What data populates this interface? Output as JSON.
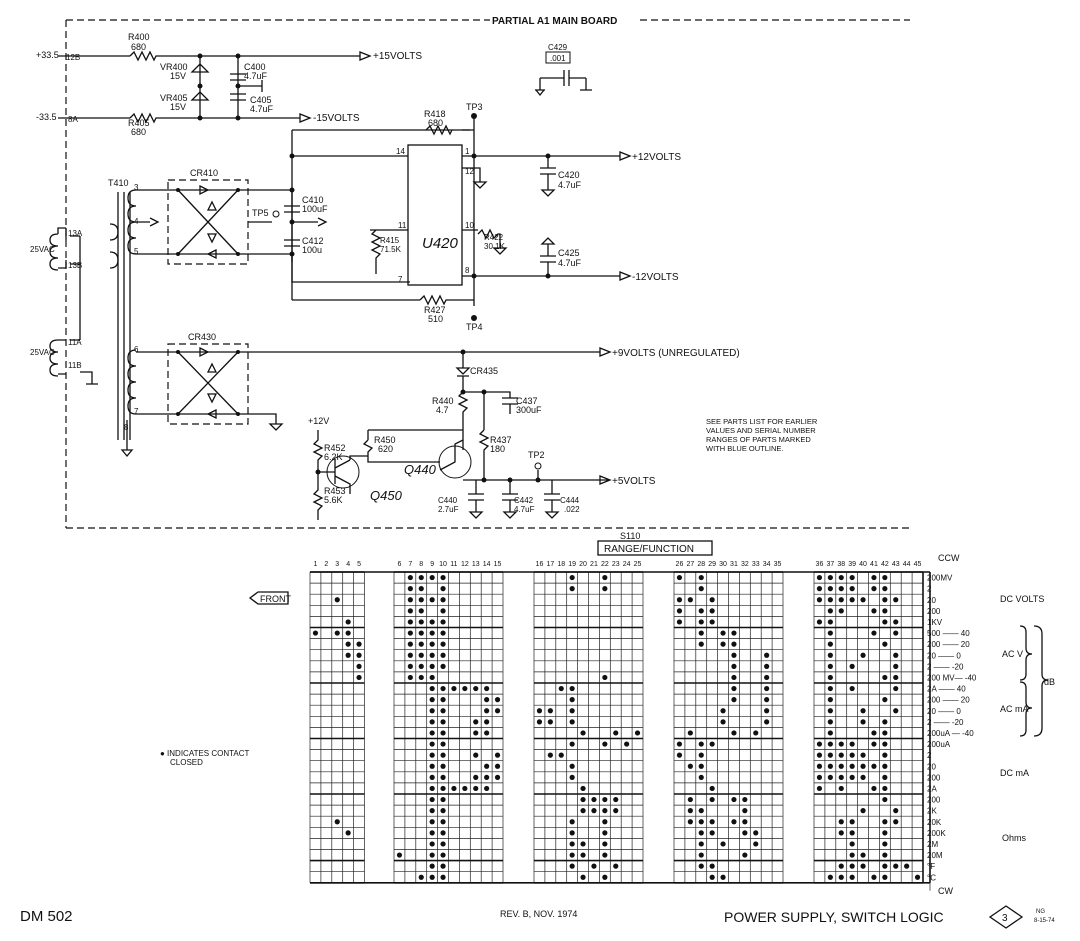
{
  "schematic": {
    "board_title": "PARTIAL A1 MAIN BOARD",
    "inputs": {
      "pos_supply": "+33.5",
      "neg_supply": "-33.5",
      "pin_12b": "12B",
      "pin_8a": "8A",
      "pin_13a": "13A",
      "pin_13b": "13B",
      "pin_11a": "11A",
      "pin_11b": "11B"
    },
    "components": {
      "r400": "R400",
      "r400_val": "680",
      "r405": "R405",
      "r405_val": "680",
      "vr400": "VR400",
      "vr400_val": "15V",
      "vr405": "VR405",
      "vr405_val": "15V",
      "c400": "C400",
      "c400_val": "4.7uF",
      "c405": "C405",
      "c405_val": "4.7uF",
      "c429": "C429",
      "c429_val": ".001",
      "r418": "R418",
      "r418_val": "680",
      "tp3": "TP3",
      "tp4": "TP4",
      "tp5": "TP5",
      "tp2": "TP2",
      "u420": "U420",
      "r415": "R415",
      "r415_val": "71.5K",
      "r422": "R422",
      "r422_val": "30.1K",
      "r427": "R427",
      "r427_val": "510",
      "c420": "C420",
      "c420_val": "4.7uF",
      "c425": "C425",
      "c425_val": "4.7uF",
      "cr410": "CR410",
      "cr430": "CR430",
      "cr435": "CR435",
      "c410": "C410",
      "c410_val": "100uF",
      "c412": "C412",
      "c412_val": "100u",
      "t410": "T410",
      "vac1": "25VAC",
      "vac2": "25VAC",
      "r440": "R440",
      "r440_val": "4.7",
      "c437": "C437",
      "c437_val": "300uF",
      "r437": "R437",
      "r437_val": "180",
      "r450": "R450",
      "r450_val": "620",
      "r452": "R452",
      "r452_val": "6.2K",
      "r453": "R453",
      "r453_val": "5.6K",
      "q440": "Q440",
      "q450": "Q450",
      "c440": "C440",
      "c440_val": "2.7uF",
      "c442": "C442",
      "c442_val": "4.7uF",
      "c444": "C444",
      "c444_val": ".022",
      "plus12v": "+12V"
    },
    "pins": {
      "p14": "14",
      "p1": "1",
      "p12": "12",
      "p11": "11",
      "p10": "10",
      "p7": "7",
      "p8": "8",
      "tp3": "3",
      "tp4": "4",
      "tp5": "5",
      "tp6": "6",
      "tp7": "7",
      "tp8": "8"
    },
    "outputs": {
      "plus15": "+15VOLTS",
      "minus15": "-15VOLTS",
      "plus12": "+12VOLTS",
      "minus12": "-12VOLTS",
      "plus9": "+9VOLTS (UNREGULATED)",
      "plus5": "+5VOLTS"
    },
    "note_lines": [
      "SEE PARTS LIST FOR EARLIER",
      "VALUES AND SERIAL NUMBER",
      "RANGES OF PARTS MARKED",
      "WITH BLUE OUTLINE."
    ]
  },
  "switch_chart": {
    "switch_ref": "S110",
    "title": "RANGE/FUNCTION",
    "ccw_label": "CCW",
    "cw_label": "CW",
    "front_label": "FRONT",
    "legend_lines": [
      "● INDICATES CONTACT",
      "CLOSED"
    ],
    "contact_numbers": [
      1,
      2,
      3,
      4,
      5,
      6,
      7,
      8,
      9,
      10,
      11,
      12,
      13,
      14,
      15,
      16,
      17,
      18,
      19,
      20,
      21,
      22,
      23,
      24,
      25,
      26,
      27,
      28,
      29,
      30,
      31,
      32,
      33,
      34,
      35,
      36,
      37,
      38,
      39,
      40,
      41,
      42,
      43,
      44,
      45
    ],
    "ranges": [
      "200MV",
      "2",
      "20",
      "200",
      "1KV",
      "500 —— 40",
      "200 —— 20",
      "20 —— 0",
      "2 —— -20",
      "200 MV— -40",
      "2A —— 40",
      "200 —— 20",
      "20 —— 0",
      "2 —— -20",
      "200uA — -40",
      "200uA",
      "2",
      "20",
      "200",
      "2A",
      "200",
      "2K",
      "20K",
      "200K",
      "2M",
      "20M",
      "°F",
      "°C"
    ],
    "function_labels": {
      "dc_volts": "DC VOLTS",
      "ac_v": "AC V",
      "ac_ma": "AC mA",
      "db": "dB",
      "dc_ma": "DC mA",
      "ohms": "Ohms"
    },
    "closed": [
      [
        7,
        8,
        9,
        10,
        19,
        22,
        26,
        28,
        36,
        37,
        38,
        39,
        41,
        42
      ],
      [
        7,
        8,
        10,
        19,
        22,
        28,
        36,
        37,
        38,
        39,
        41,
        42
      ],
      [
        3,
        7,
        8,
        9,
        10,
        26,
        27,
        29,
        36,
        37,
        38,
        39,
        40,
        42,
        43
      ],
      [
        7,
        8,
        10,
        26,
        28,
        29,
        37,
        38,
        41,
        42
      ],
      [
        4,
        7,
        8,
        9,
        10,
        26,
        28,
        29,
        36,
        37,
        42,
        43
      ],
      [
        1,
        3,
        4,
        7,
        8,
        9,
        10,
        28,
        30,
        31,
        37,
        41,
        43
      ],
      [
        4,
        5,
        7,
        8,
        9,
        10,
        28,
        30,
        31,
        37,
        42
      ],
      [
        4,
        5,
        7,
        8,
        9,
        10,
        31,
        34,
        37,
        40,
        43
      ],
      [
        5,
        7,
        8,
        9,
        10,
        31,
        34,
        37,
        39,
        43
      ],
      [
        5,
        7,
        8,
        9,
        22,
        31,
        34,
        37,
        42,
        43
      ],
      [
        9,
        10,
        11,
        12,
        13,
        14,
        18,
        19,
        31,
        34,
        37,
        39,
        43
      ],
      [
        9,
        10,
        14,
        15,
        19,
        31,
        34,
        37,
        42
      ],
      [
        9,
        10,
        14,
        15,
        16,
        17,
        19,
        30,
        34,
        37,
        40,
        43
      ],
      [
        9,
        10,
        13,
        14,
        16,
        17,
        19,
        30,
        34,
        37,
        40,
        42
      ],
      [
        9,
        10,
        13,
        14,
        20,
        23,
        25,
        27,
        31,
        33,
        37,
        41,
        42
      ],
      [
        9,
        10,
        19,
        22,
        24,
        26,
        28,
        29,
        36,
        37,
        38,
        39,
        41,
        42
      ],
      [
        9,
        10,
        13,
        15,
        17,
        18,
        26,
        28,
        36,
        37,
        38,
        39,
        40,
        42
      ],
      [
        9,
        10,
        14,
        15,
        19,
        27,
        28,
        36,
        37,
        38,
        39,
        40,
        41,
        42
      ],
      [
        9,
        10,
        13,
        14,
        15,
        19,
        28,
        36,
        37,
        38,
        39,
        40,
        42
      ],
      [
        9,
        10,
        11,
        12,
        13,
        14,
        20,
        29,
        36,
        38,
        41,
        42
      ],
      [
        9,
        10,
        20,
        21,
        22,
        23,
        27,
        29,
        31,
        32,
        42
      ],
      [
        9,
        10,
        20,
        21,
        22,
        23,
        27,
        28,
        32,
        40,
        43
      ],
      [
        3,
        9,
        10,
        19,
        22,
        27,
        28,
        29,
        31,
        32,
        38,
        39,
        42,
        43
      ],
      [
        4,
        9,
        10,
        19,
        22,
        28,
        29,
        32,
        33,
        38,
        39,
        42
      ],
      [
        9,
        10,
        19,
        20,
        22,
        28,
        30,
        33,
        39,
        42
      ],
      [
        6,
        9,
        10,
        19,
        20,
        22,
        28,
        32,
        39,
        40,
        42
      ],
      [
        9,
        10,
        19,
        21,
        23,
        28,
        29,
        38,
        39,
        40,
        42,
        43,
        44
      ],
      [
        8,
        9,
        10,
        20,
        22,
        29,
        30,
        37,
        38,
        39,
        41,
        42,
        45
      ]
    ]
  },
  "footer": {
    "model": "DM 502",
    "revision": "REV. B, NOV. 1974",
    "title": "POWER SUPPLY, SWITCH LOGIC",
    "diagram_number": "3",
    "initials": "NG",
    "date": "8-15-74"
  }
}
